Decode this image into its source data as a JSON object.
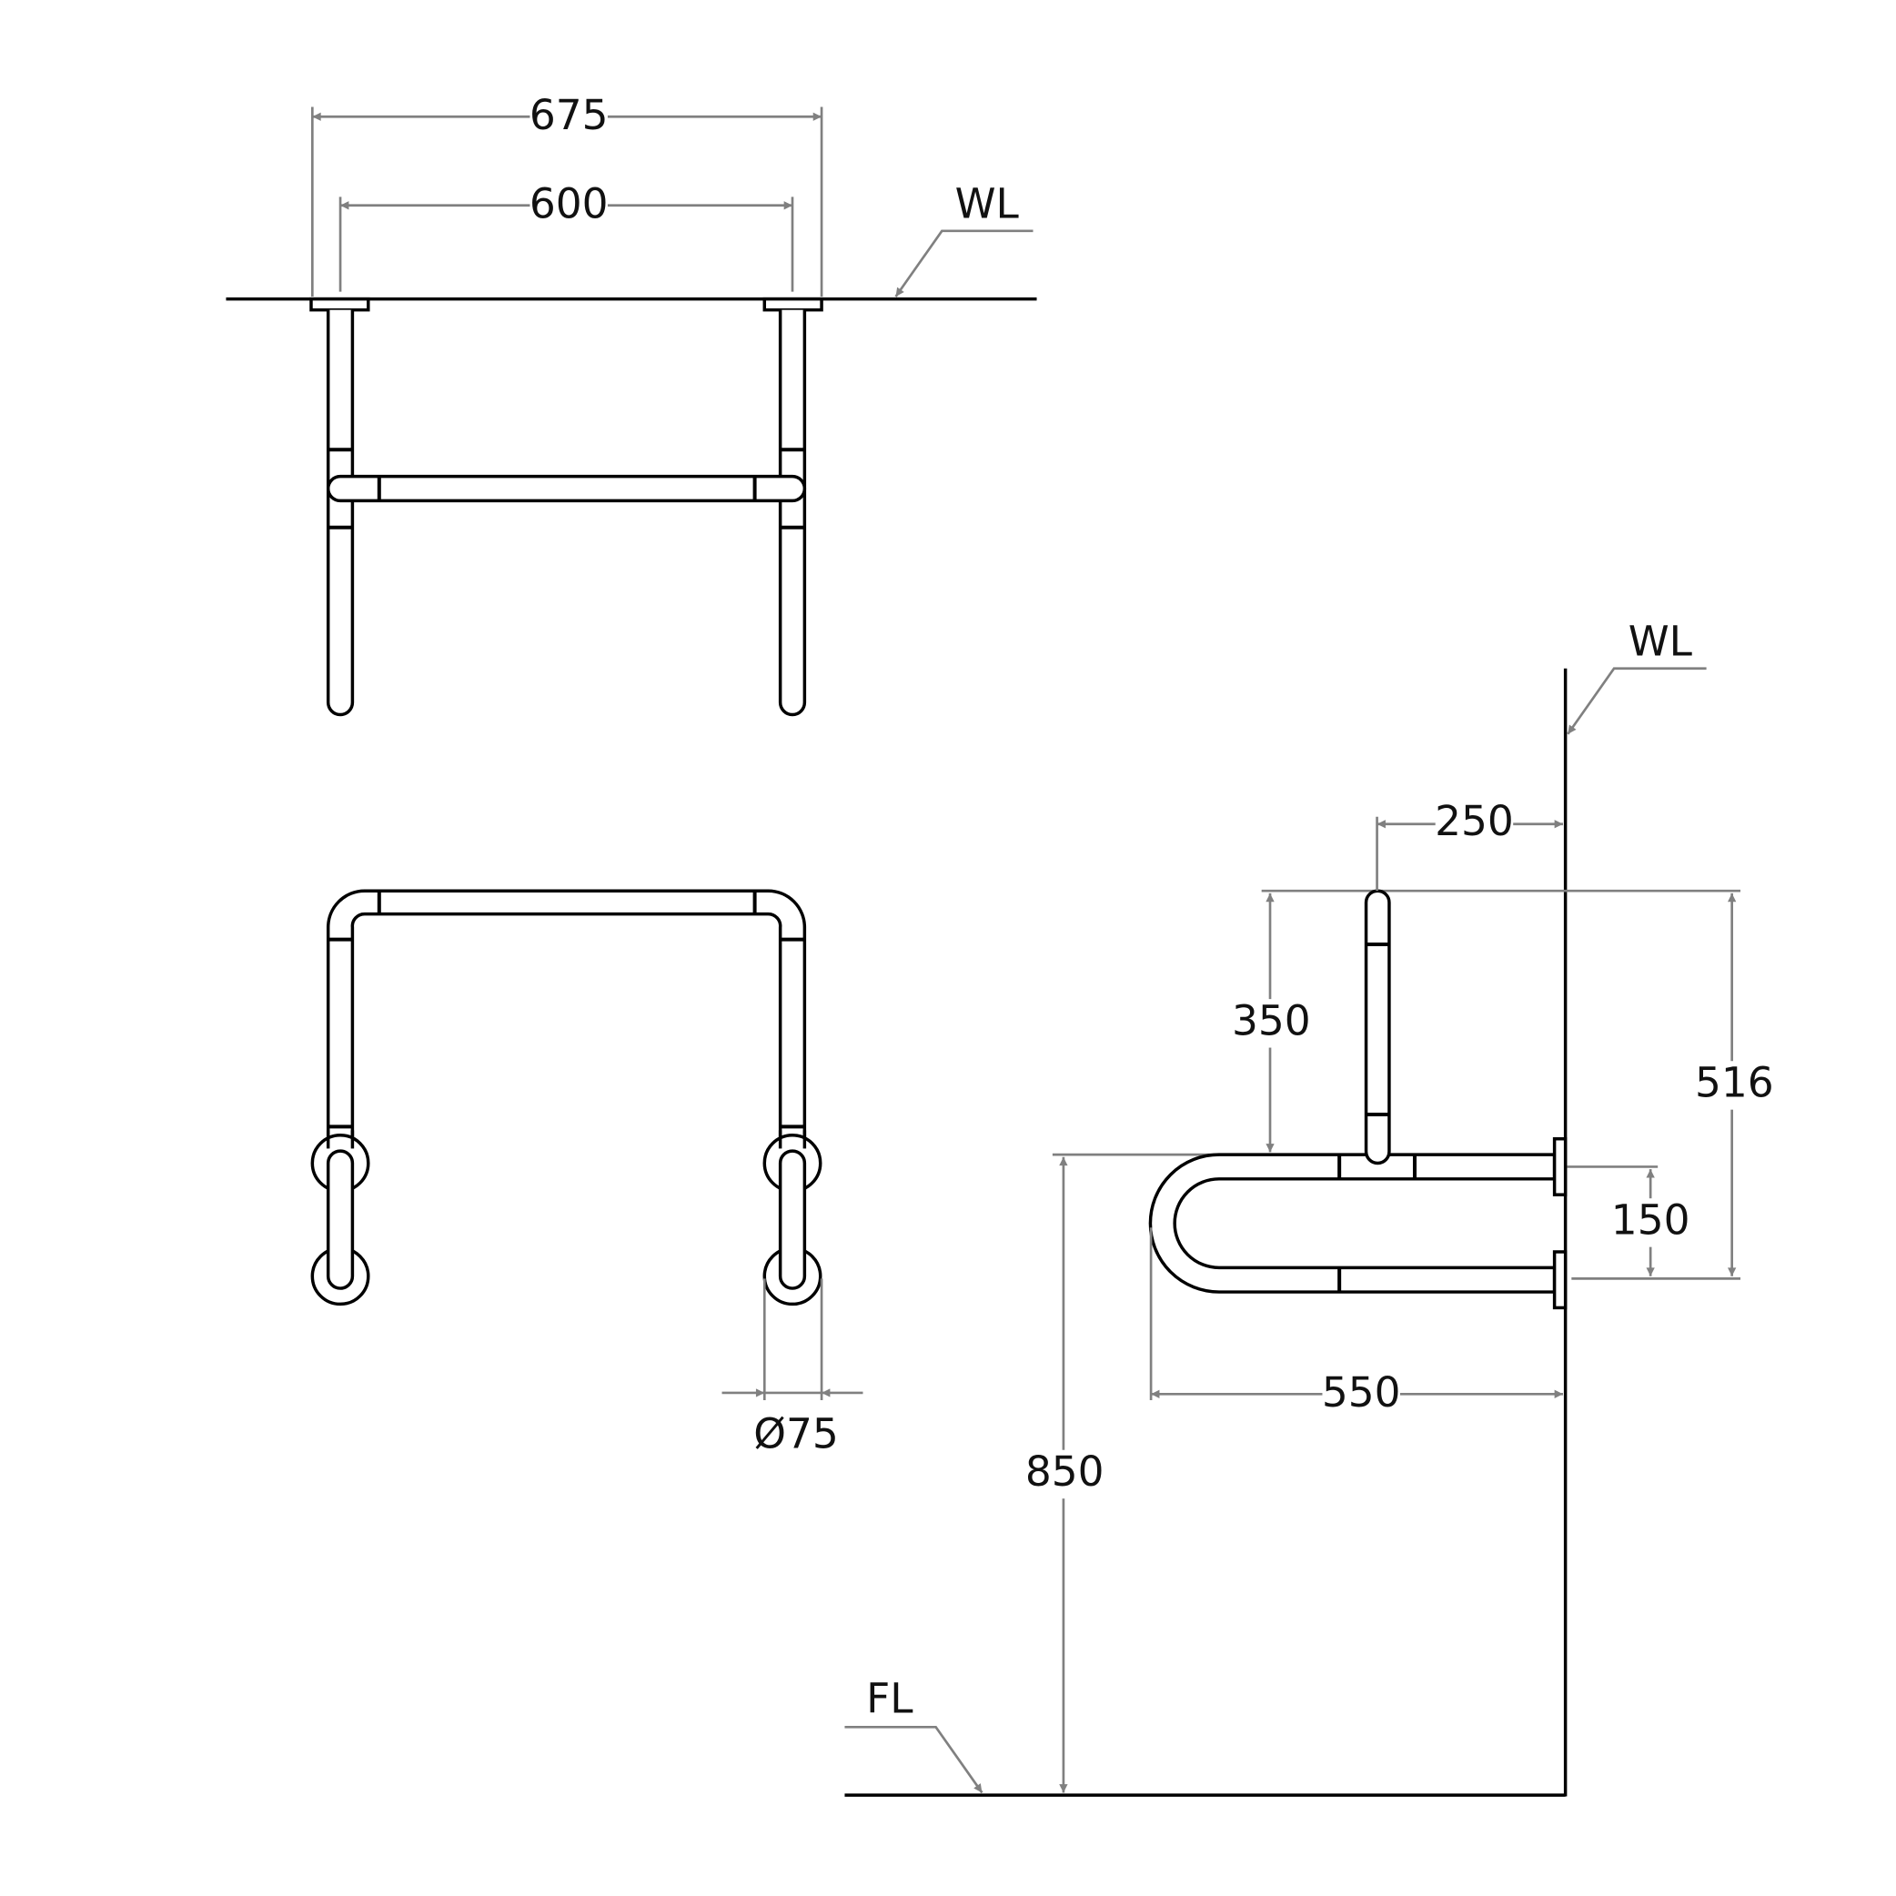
{
  "top_view": {
    "dim_overall": "675",
    "dim_centers": "600",
    "wall_label": "WL"
  },
  "front_view": {
    "dim_flange_diameter": "Ø75"
  },
  "side_view": {
    "wall_label": "WL",
    "floor_label": "FL",
    "dim_post_offset": "250",
    "dim_post_height": "350",
    "dim_total_height": "516",
    "dim_flange_spacing": "150",
    "dim_projection": "550",
    "dim_mount_height": "850"
  },
  "colors": {
    "line": "#000000",
    "dimension": "#808080"
  }
}
